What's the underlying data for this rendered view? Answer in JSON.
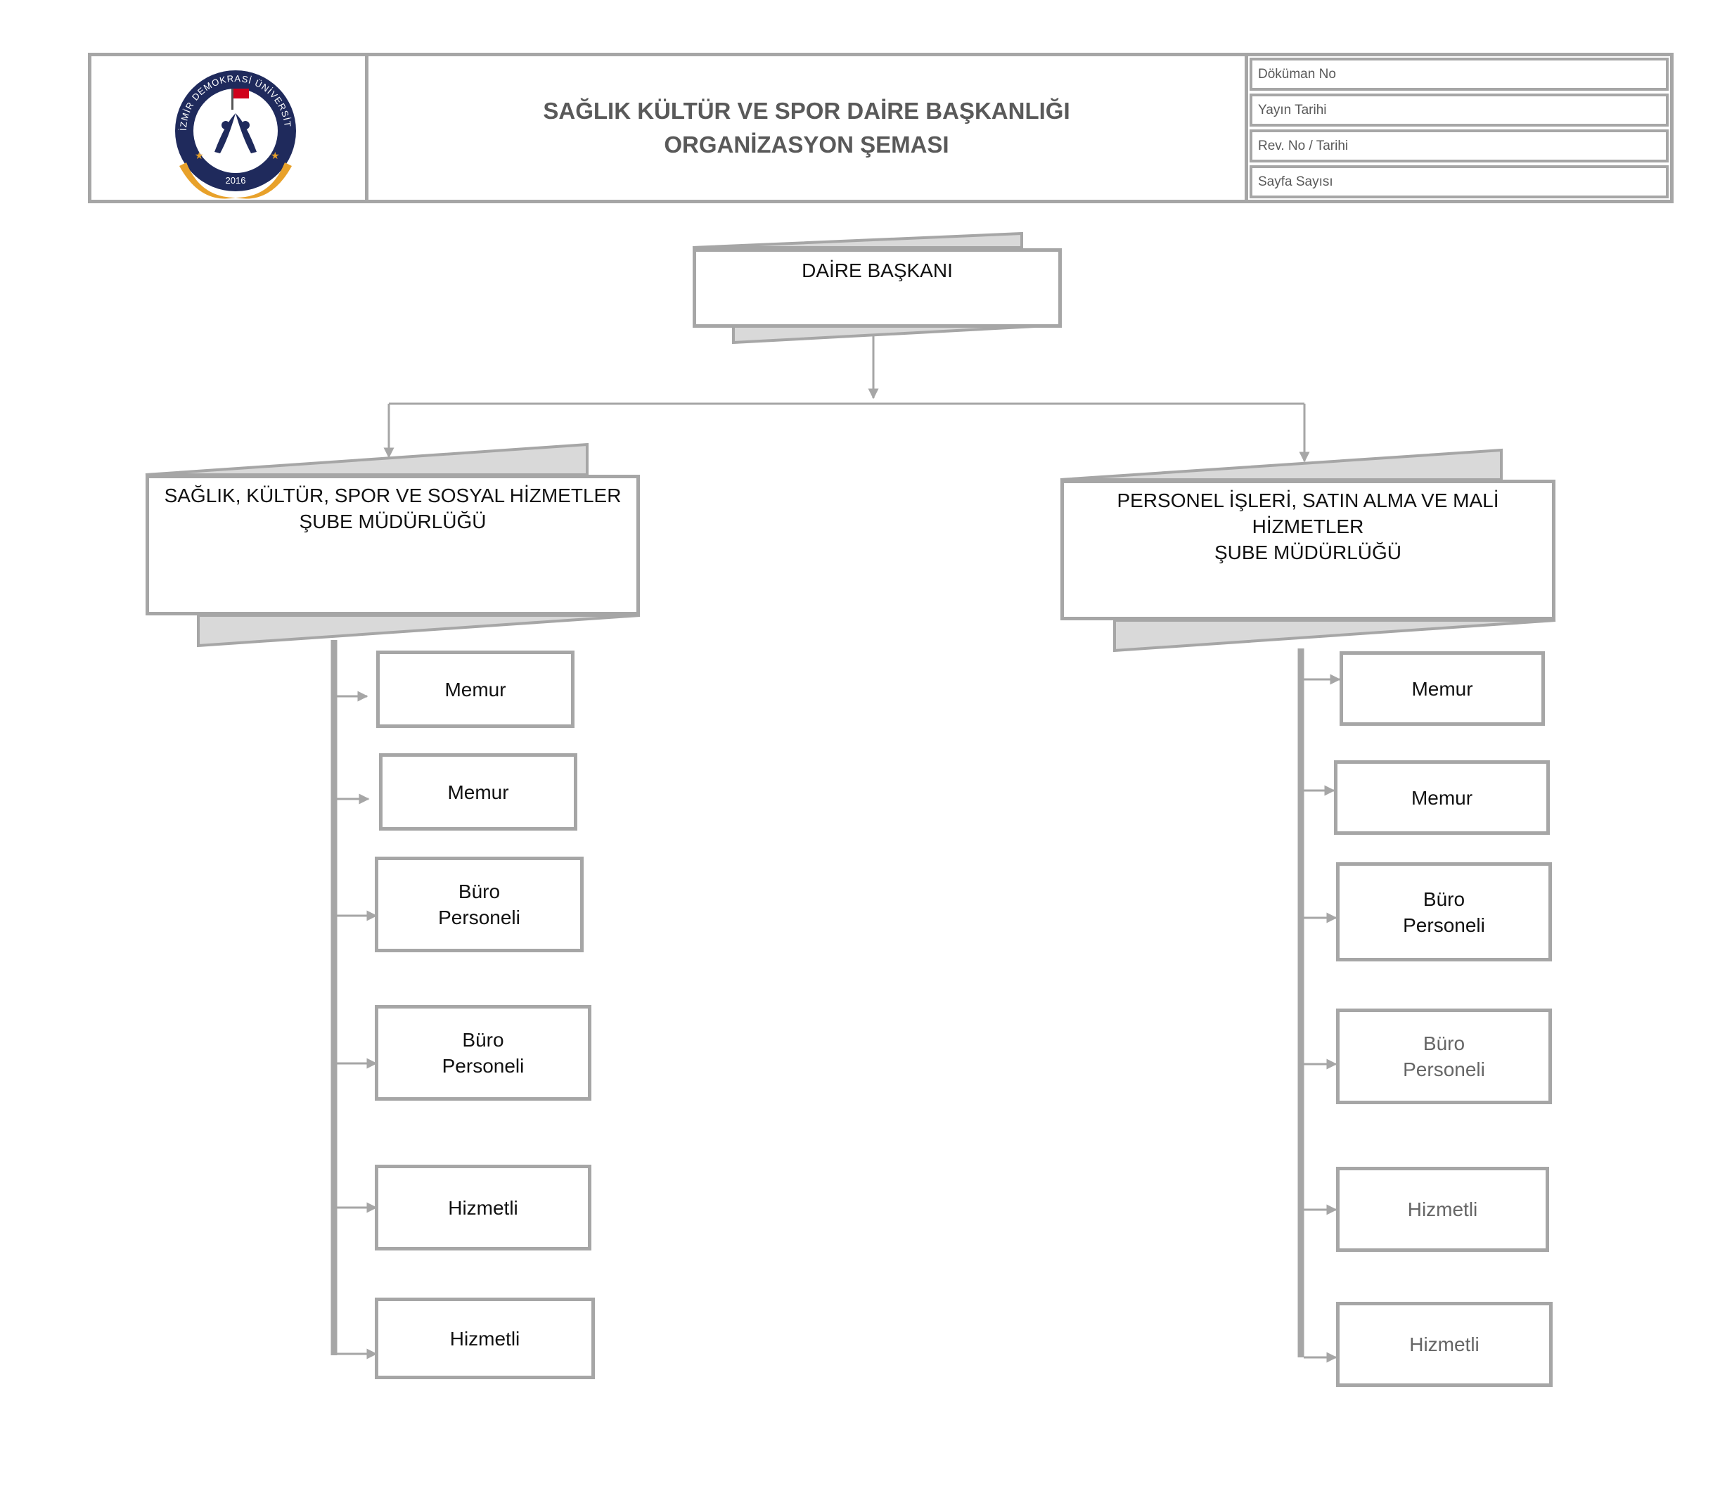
{
  "header": {
    "title_line1": "SAĞLIK KÜLTÜR VE SPOR DAİRE BAŞKANLIĞI",
    "title_line2": "ORGANİZASYON ŞEMASI",
    "meta": [
      "Döküman No",
      "Yayın Tarihi",
      "Rev. No / Tarihi",
      "Sayfa Sayısı"
    ],
    "logo": {
      "ring_text": "İZMİR DEMOKRASİ ÜNİVERSİTESİ",
      "year": "2016",
      "colors": {
        "navy": "#1f2a5c",
        "gold": "#e8a12a",
        "red": "#d0021b"
      }
    }
  },
  "org": {
    "top": "DAİRE BAŞKANI",
    "left_branch": {
      "line1": "SAĞLIK, KÜLTÜR, SPOR VE SOSYAL HİZMETLER",
      "line2": "ŞUBE MÜDÜRLÜĞÜ",
      "staff": [
        {
          "line1": "Memur",
          "line2": ""
        },
        {
          "line1": "Memur",
          "line2": ""
        },
        {
          "line1": "Büro",
          "line2": "Personeli"
        },
        {
          "line1": "Büro",
          "line2": "Personeli"
        },
        {
          "line1": "Hizmetli",
          "line2": ""
        },
        {
          "line1": "Hizmetli",
          "line2": ""
        }
      ]
    },
    "right_branch": {
      "line1": "PERSONEL İŞLERİ, SATIN ALMA VE MALİ HİZMETLER",
      "line2": "ŞUBE MÜDÜRLÜĞÜ",
      "staff": [
        {
          "line1": "Memur",
          "line2": ""
        },
        {
          "line1": "Memur",
          "line2": ""
        },
        {
          "line1": "Büro",
          "line2": "Personeli"
        },
        {
          "line1": "Büro",
          "line2": "Personeli"
        },
        {
          "line1": "Hizmetli",
          "line2": ""
        },
        {
          "line1": "Hizmetli",
          "line2": ""
        }
      ]
    }
  },
  "colors": {
    "line": "#a6a6a6",
    "shadow_fill": "#d9d9d9"
  }
}
